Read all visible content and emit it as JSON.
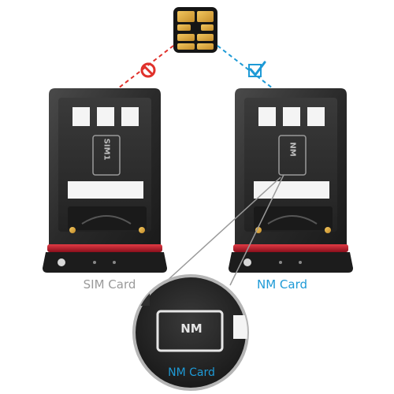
{
  "labels": {
    "sim_card": "SIM Card",
    "nm_card": "NM Card",
    "zoom_caption": "NM Card"
  },
  "tray_marks": {
    "left_chip_text": "SIM1",
    "right_chip_text": "NM"
  },
  "zoom_chip_text": "NM",
  "icons": {
    "left_connector": "no-symbol-icon",
    "right_connector": "checkmark-icon"
  },
  "colors": {
    "accent_blue": "#1e9ad6",
    "forbid_red": "#e0312b",
    "gold": "#d9a441",
    "tray_dark": "#2b2b2b",
    "gasket_red": "#c0182a",
    "gray_label": "#9a9a9a"
  }
}
